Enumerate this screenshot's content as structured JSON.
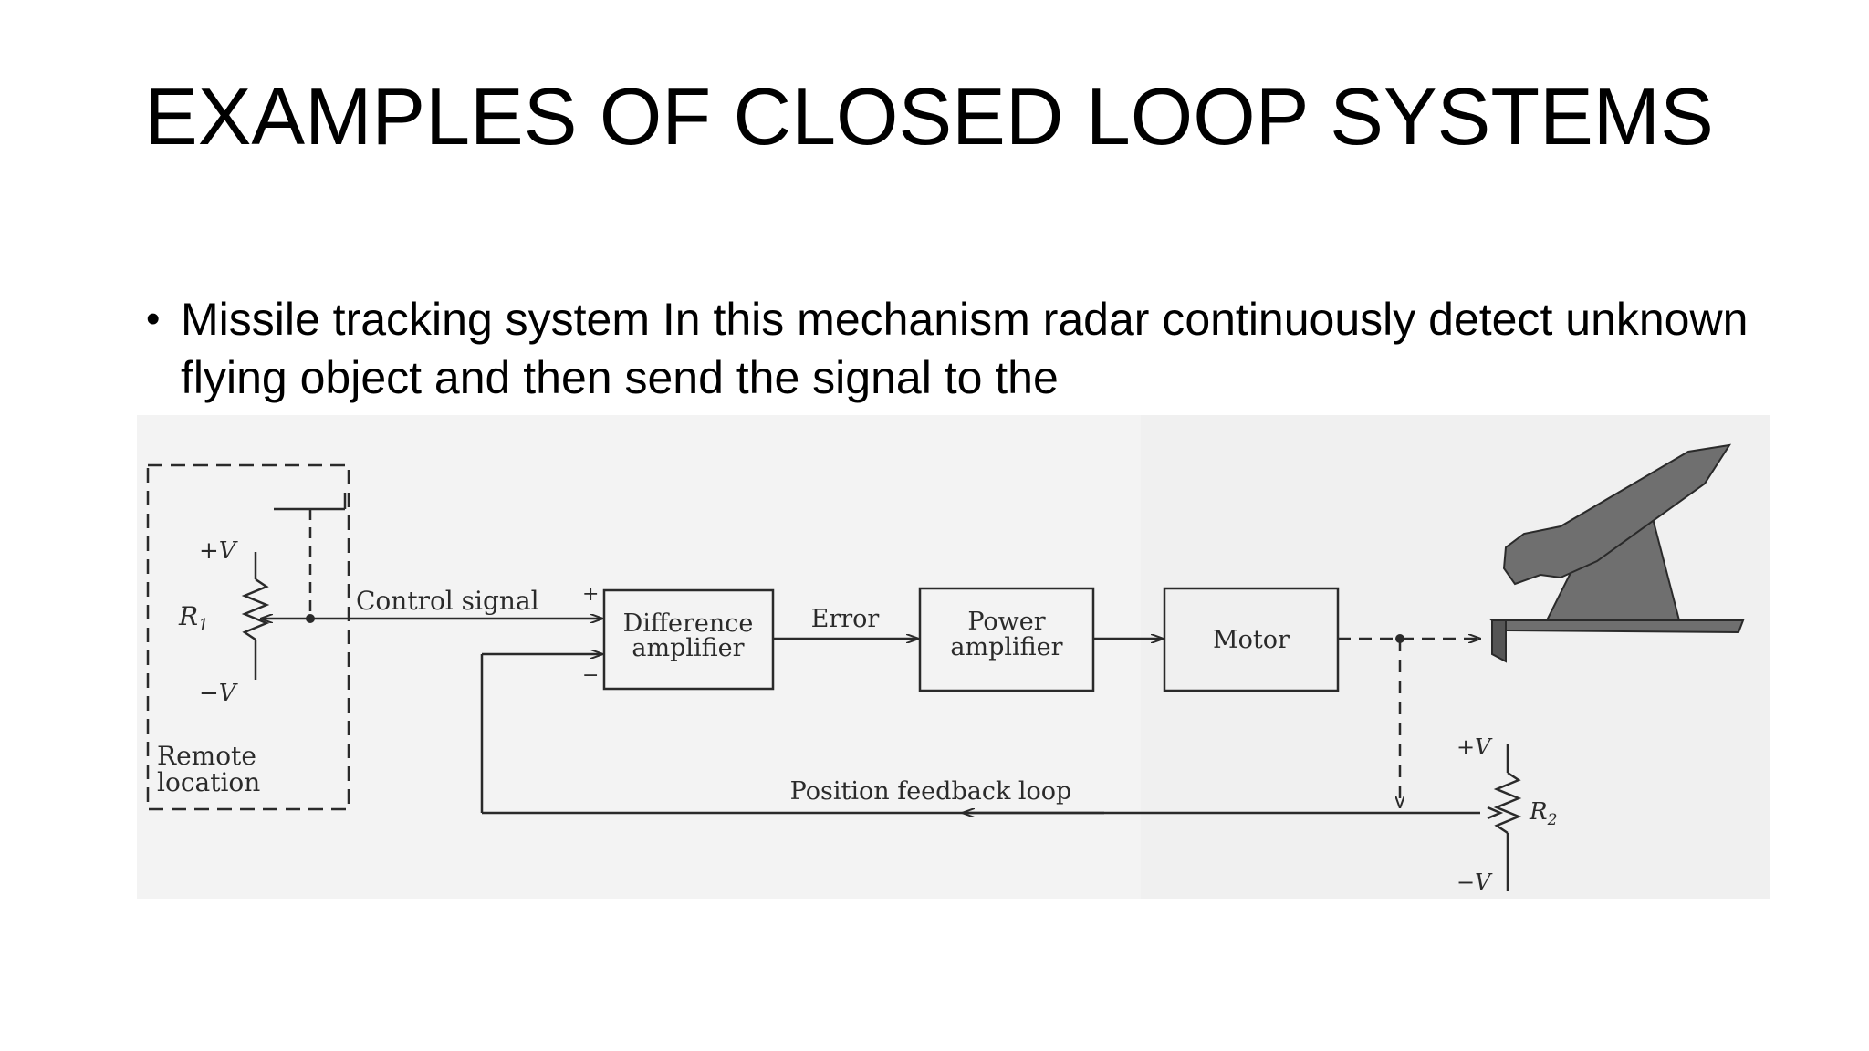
{
  "slide": {
    "title": "EXAMPLES OF CLOSED LOOP SYSTEMS",
    "bullets": [
      "Missile tracking system In this mechanism radar continuously detect unknown flying object and then send the signal to the"
    ]
  },
  "diagram": {
    "plus_v_1": "+V",
    "r1": "R",
    "r1_sub": "1",
    "minus_v_1": "−V",
    "remote_line1": "Remote",
    "remote_line2": "location",
    "control_signal": "Control signal",
    "plus_sign": "+",
    "minus_sign": "−",
    "diff_amp_line1": "Difference",
    "diff_amp_line2": "amplifier",
    "error": "Error",
    "power_amp_line1": "Power",
    "power_amp_line2": "amplifier",
    "motor": "Motor",
    "feedback": "Position feedback loop",
    "plus_v_2": "+V",
    "r2": "R",
    "r2_sub": "2",
    "minus_v_2": "−V"
  },
  "colors": {
    "background": "#ffffff",
    "text": "#000000",
    "diagram_bg": "#f2f2f2",
    "diagram_ink": "#2a2a2a",
    "missile_fill": "#6f6f6f"
  }
}
